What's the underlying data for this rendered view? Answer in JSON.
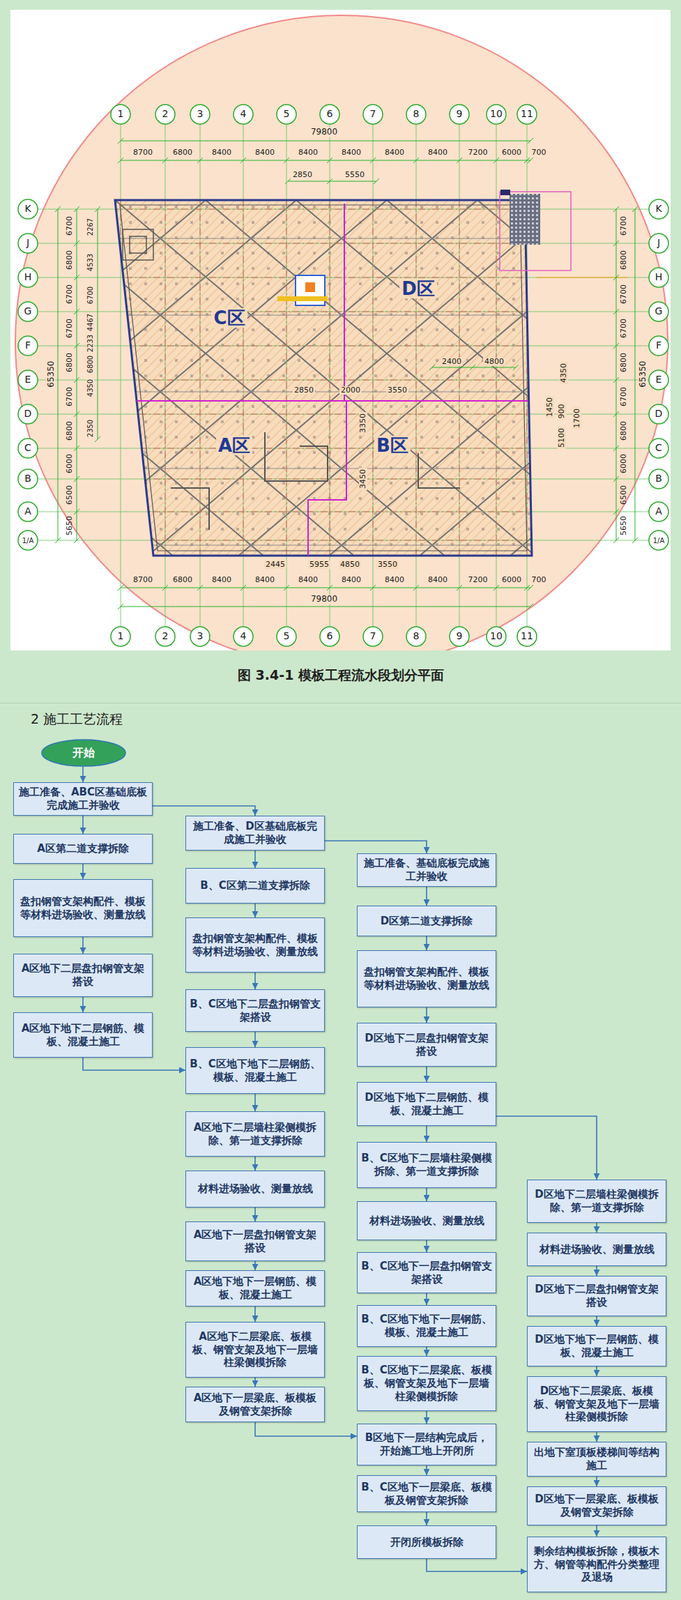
{
  "diagram": {
    "title": "2 施工工艺流程",
    "caption": "图 3.4-1 模板工程流水段划分平面",
    "nodes": [
      {
        "text": [
          "开始"
        ]
      },
      {
        "text": [
          "施工准备、ABC区基础底板完成施工并验收"
        ]
      },
      {
        "text": [
          "A区第二道支撑拆除"
        ]
      },
      {
        "text": [
          "盘扣钢管支架构配件、模板等材料进场验收、测量放线"
        ]
      },
      {
        "text": [
          "A区地下二层盘扣钢管支架搭设"
        ]
      },
      {
        "text": [
          "A区地下地下二层钢筋、模板、混凝土施工"
        ]
      },
      {
        "text": [
          "施工准备、D区基础底板完成施工并验收"
        ]
      },
      {
        "text": [
          "B、C区第二道支撑拆除"
        ]
      },
      {
        "text": [
          "盘扣钢管支架构配件、模板等材料进场验收、测量放线"
        ]
      },
      {
        "text": [
          "B、C区地下二层盘扣钢管支架搭设"
        ]
      },
      {
        "text": [
          "B、C区地下地下二层钢筋、模板、混凝土施工"
        ]
      },
      {
        "text": [
          "A区地下二层墙柱梁侧模拆除、第一道支撑拆除"
        ]
      },
      {
        "text": [
          "材料进场验收、测量放线"
        ]
      },
      {
        "text": [
          "A区地下一层盘扣钢管支架搭设"
        ]
      },
      {
        "text": [
          "A区地下地下一层钢筋、模板、混凝土施工"
        ]
      },
      {
        "text": [
          "A区地下二层梁底、板模板、钢管支架及地下一层墙柱梁侧模拆除"
        ]
      },
      {
        "text": [
          "A区地下一层梁底、板模板及钢管支架拆除"
        ]
      },
      {
        "text": [
          "施工准备、基础底板完成施工并验收"
        ]
      },
      {
        "text": [
          "D区第二道支撑拆除"
        ]
      },
      {
        "text": [
          "盘扣钢管支架构配件、模板等材料进场验收、测量放线"
        ]
      },
      {
        "text": [
          "D区地下二层盘扣钢管支架搭设"
        ]
      },
      {
        "text": [
          "D区地下地下二层钢筋、模板、混凝土施工"
        ]
      },
      {
        "text": [
          "B、C区地下二层墙柱梁侧模拆除、第一道支撑拆除"
        ]
      },
      {
        "text": [
          "材料进场验收、测量放线"
        ]
      },
      {
        "text": [
          "B、C区地下一层盘扣钢管支架搭设"
        ]
      },
      {
        "text": [
          "B、C区地下地下一层钢筋、模板、混凝土施工"
        ]
      },
      {
        "text": [
          "B、C区地下二层梁底、板模板、钢管支架及地下一层墙柱梁侧模拆除"
        ]
      },
      {
        "text": [
          "B区地下一层结构完成后，开始施工地上开闭所"
        ]
      },
      {
        "text": [
          "B、C区地下一层梁底、板模板及钢管支架拆除"
        ]
      },
      {
        "text": [
          "开闭所模板拆除"
        ]
      },
      {
        "text": [
          "D区地下二层墙柱梁侧模拆除、第一道支撑拆除"
        ]
      },
      {
        "text": [
          "材料进场验收、测量放线"
        ]
      },
      {
        "text": [
          "D区地下二层盘扣钢管支架搭设"
        ]
      },
      {
        "text": [
          "D区地下地下一层钢筋、模板、混凝土施工"
        ]
      },
      {
        "text": [
          "D区地下二层梁底、板模板、钢管支架及地下一层墙柱梁侧模拆除"
        ]
      },
      {
        "text": [
          "出地下室顶板楼梯间等结构施工"
        ]
      },
      {
        "text": [
          "D区地下一层梁底、板模板及钢管支架拆除"
        ]
      },
      {
        "text": [
          "剩余结构模板拆除，模板木方、钢管等构配件分类整理及退场"
        ]
      }
    ],
    "edges": [
      {
        "from": 0,
        "to": 1,
        "arrow": "to"
      },
      {
        "from": 1,
        "to": 2,
        "arrow": "to"
      },
      {
        "from": 2,
        "to": 3,
        "arrow": "to"
      },
      {
        "from": 3,
        "to": 4,
        "arrow": "to"
      },
      {
        "from": 4,
        "to": 5,
        "arrow": "to"
      },
      {
        "from": 1,
        "to": 6,
        "arrow": "to"
      },
      {
        "from": 6,
        "to": 7,
        "arrow": "to"
      },
      {
        "from": 7,
        "to": 8,
        "arrow": "to"
      },
      {
        "from": 8,
        "to": 9,
        "arrow": "to"
      },
      {
        "from": 9,
        "to": 10,
        "arrow": "to"
      },
      {
        "from": 5,
        "to": 10,
        "arrow": "to"
      },
      {
        "from": 10,
        "to": 11,
        "arrow": "to"
      },
      {
        "from": 11,
        "to": 12,
        "arrow": "to"
      },
      {
        "from": 12,
        "to": 13,
        "arrow": "to"
      },
      {
        "from": 13,
        "to": 14,
        "arrow": "to"
      },
      {
        "from": 14,
        "to": 15,
        "arrow": "to"
      },
      {
        "from": 15,
        "to": 16,
        "arrow": "to"
      },
      {
        "from": 6,
        "to": 17,
        "arrow": "to"
      },
      {
        "from": 17,
        "to": 18,
        "arrow": "to"
      },
      {
        "from": 18,
        "to": 19,
        "arrow": "to"
      },
      {
        "from": 19,
        "to": 20,
        "arrow": "to"
      },
      {
        "from": 20,
        "to": 21,
        "arrow": "to"
      },
      {
        "from": 21,
        "to": 22,
        "arrow": "to"
      },
      {
        "from": 22,
        "to": 23,
        "arrow": "to"
      },
      {
        "from": 23,
        "to": 24,
        "arrow": "to"
      },
      {
        "from": 24,
        "to": 25,
        "arrow": "to"
      },
      {
        "from": 25,
        "to": 26,
        "arrow": "to"
      },
      {
        "from": 26,
        "to": 27,
        "arrow": "to"
      },
      {
        "from": 27,
        "to": 28,
        "arrow": "to"
      },
      {
        "from": 28,
        "to": 29,
        "arrow": "to"
      },
      {
        "from": 16,
        "to": 27,
        "arrow": "to"
      },
      {
        "from": 21,
        "to": 30,
        "arrow": "to"
      },
      {
        "from": 30,
        "to": 31,
        "arrow": "to"
      },
      {
        "from": 31,
        "to": 32,
        "arrow": "to"
      },
      {
        "from": 32,
        "to": 33,
        "arrow": "to"
      },
      {
        "from": 33,
        "to": 34,
        "arrow": "to"
      },
      {
        "from": 34,
        "to": 35,
        "arrow": "to"
      },
      {
        "from": 35,
        "to": 36,
        "arrow": "to"
      },
      {
        "from": 36,
        "to": 37,
        "arrow": "to"
      },
      {
        "from": 29,
        "to": 37,
        "arrow": "to"
      }
    ],
    "labels": [
      "1",
      "2",
      "3",
      "4",
      "5",
      "6",
      "7",
      "8",
      "9",
      "10",
      "11",
      "1",
      "2",
      "3",
      "4",
      "5",
      "6",
      "7",
      "8",
      "9",
      "10",
      "11",
      "K",
      "J",
      "H",
      "G",
      "F",
      "E",
      "D",
      "C",
      "B",
      "A",
      "1/A",
      "K",
      "J",
      "H",
      "G",
      "F",
      "E",
      "D",
      "C",
      "B",
      "A",
      "1/A",
      "79800",
      "8700",
      "6800",
      "8400",
      "8400",
      "8400",
      "8400",
      "8400",
      "8400",
      "7200",
      "6000",
      "700",
      "2850",
      "5550",
      "65350",
      "6700",
      "6800",
      "6700",
      "6700",
      "6800",
      "6700",
      "6800",
      "6000",
      "6500",
      "5650",
      "2267",
      "4533",
      "6700",
      "4467",
      "2233",
      "6800",
      "4350",
      "2350",
      "6700",
      "6800",
      "6700",
      "6700",
      "6800",
      "6700",
      "6800",
      "6000",
      "6500",
      "5650",
      "65350",
      "C区",
      "D区",
      "A区",
      "B区",
      "2400",
      "4800",
      "4350",
      "2850",
      "2000",
      "3550",
      "1450",
      "900",
      "1700",
      "5100",
      "3350",
      "3450",
      "2445",
      "5955",
      "4850",
      "3550",
      "8700",
      "6800",
      "8400",
      "8400",
      "8400",
      "8400",
      "8400",
      "8400",
      "7200",
      "6000",
      "700",
      "79800"
    ]
  }
}
